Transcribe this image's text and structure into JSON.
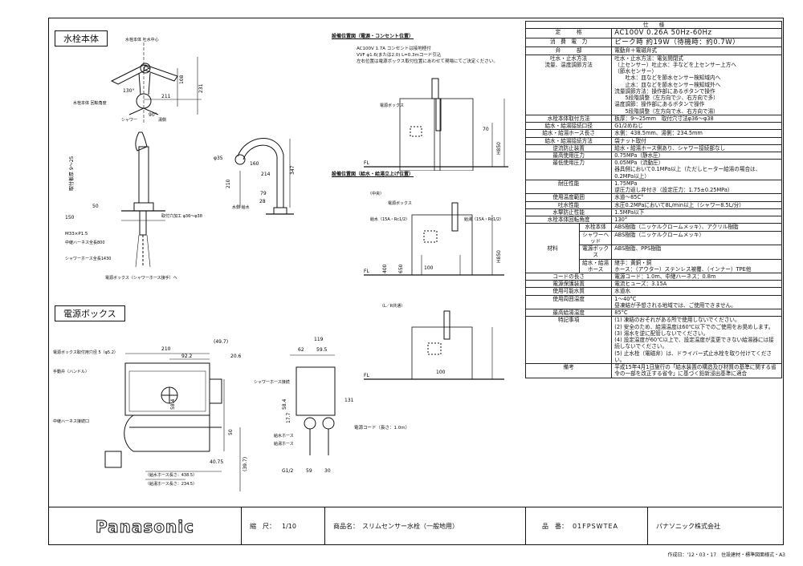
{
  "sections": {
    "faucet": "水栓本体",
    "power_box": "電源ボックス",
    "install_power": "設備位置図（電源・コンセント位置）",
    "install_water": "設備位置図（給水・給湯立上げ位置）"
  },
  "faucet_labels": {
    "top_a": "水栓本体 吐水中心",
    "top_b": "吐水中心",
    "d108": "108",
    "d211": "211",
    "d231": "231",
    "angle130": "130°",
    "angle90": "90°",
    "sensor": "水栓本体 回転角度",
    "shower": "シャワー",
    "hot": "湯側",
    "bore": "取付穴加工 φ36〜φ38",
    "m33": "M33×P1.5",
    "hose800": "中継ハーネス全長800",
    "hose1430": "シャワーホース全長1430",
    "to_box": "電源ボックス（シャワーホース接手）へ",
    "d50": "50",
    "d150": "150",
    "thk": "取付板厚 9〜25",
    "phi35": "φ35",
    "d160": "160",
    "d214": "214",
    "d210": "210",
    "d347": "347",
    "d79": "79",
    "d28": "28",
    "water": "水側 給水"
  },
  "power_top": {
    "note1": "AC100V 1.7A コンセントは接地極付",
    "note2": "VVF φ1.6(または2.0) L=0.3mコード引込",
    "note3": "左右位置は電源ボックス取付位置にあわせて現場にてご決定ください。",
    "box": "電源ボックス",
    "d70": "70",
    "d850": "H850",
    "fl": "FL"
  },
  "water_pos": {
    "center": "（中央）",
    "box": "電源ボックス",
    "supply_l": "給水（15A・Rc1/2）",
    "supply_r": "給湯（15A・Rc1/2）",
    "d100": "100",
    "d400": "400",
    "d650": "650",
    "d850": "H850",
    "fl": "FL",
    "lr": "（L／R共通）",
    "d100b": "100"
  },
  "box_labels": {
    "hole": "電源ボックス取付用穴径 5（φ5.2）",
    "handle": "手動弁（ハンドル）",
    "harness": "中継ハーネス接続口",
    "d210": "210",
    "d923": "92.2",
    "d490": "(49.7)",
    "d206": "20.6",
    "d584": "58.4",
    "d50": "50",
    "d4075": "40.75",
    "d397": "(39.7)",
    "hose_a": "（給水ホース長さ：438.5）",
    "hose_b": "（給湯ホース長さ：234.5）",
    "shower_hose": "シャワーホース接続",
    "d119": "119",
    "d62": "62",
    "d595": "59.5",
    "d131": "131",
    "d584b": "58.4",
    "cord": "電源コード（長さ：1.0m）",
    "water_hose": "給水ホース",
    "hot_hose": "給湯ホース",
    "g12": "G1/2",
    "d59": "59",
    "d30": "30",
    "d177": "17.7"
  },
  "spec": {
    "header": "仕　　様",
    "rows": [
      {
        "k": "定　　　格",
        "v": "AC100V 0.26A 50Hz-60Hz"
      },
      {
        "k": "消　費　電　力",
        "v": "ピーク時 約19W（待機時：約0.7W）"
      },
      {
        "k": "弁　　　部",
        "v": "電動弁＋電磁弁式"
      },
      {
        "k": "吐水・止水方法\n流量、温度調節方法",
        "v": "吐水・止水方法：電気開閉式\n（上センサー）吐止水：手などを上センサー上方へ\n（節水センサー）\n　　吐水：皿などを節水センサー検知域内へ\n　　止水：皿などを節水センサー検知域外へ\n流量調節方法：操作部にあるボタンで操作\n　　5段階調整（左方向で少、右方向で多）\n温度調節：操作部にあるボタンで操作\n　　5段階調整（左方向で水、右方向で湯）"
      },
      {
        "k": "水栓本体取付方法",
        "v": "板厚：9〜25mm　取付穴寸法φ36〜φ38"
      },
      {
        "k": "給水・給湯接続口径",
        "v": "G1/2めねじ"
      },
      {
        "k": "給水・給湯ホース長さ",
        "v": "水側：438.5mm、湯側：234.5mm"
      },
      {
        "k": "給水・給湯接続方法",
        "v": "袋ナット取付"
      },
      {
        "k": "逆流防止装置",
        "v": "給水・給湯ホース側あり、シャワー接続部なし"
      },
      {
        "k": "最高使用圧力",
        "v": "0.75MPa（静水圧）"
      },
      {
        "k": "最低使用圧力",
        "v": "0.05MPa（流動圧）\n器具側において0.1MPa以上（ただしヒーター給湯の場合は、0.2MPa以上）"
      },
      {
        "k": "耐圧性能",
        "v": "1.75MPa\n逆圧力返し弁付き（設定圧力：1.75±0.25MPa）"
      },
      {
        "k": "使用温度範囲",
        "v": "水道〜85C°"
      },
      {
        "k": "吐水性能",
        "v": "水圧0.2MPaにおいて8L/min以上（シャワー8.5L/分）"
      },
      {
        "k": "水撃防止性能",
        "v": "1.5MPa以下"
      },
      {
        "k": "水栓本体回転角度",
        "v": "130°"
      },
      {
        "k": "コードの長さ",
        "v": "電源コード：1.0m、中継ハーネス：0.8m"
      },
      {
        "k": "電源保護装置",
        "v": "電流ヒューズ：3.15A"
      },
      {
        "k": "使用可能水質",
        "v": "水道水"
      },
      {
        "k": "使用周囲温度",
        "v": "1〜40°C\n昼凍結が予想される地域では、ご使用できません。"
      },
      {
        "k": "最高給湯温度",
        "v": "85°C"
      },
      {
        "k": "特記事項",
        "v": "(1) 凍結のおそれがある所で使用しないでください。\n(2) 安全のため、給湯温度は60℃以下でのご使用をお奨めします。\n(3) 湯水を逆に配管しないでください。\n(4) 設定温度が60℃以上で、設定温度が変更できない給湯器には接続しないでください。\n(5) 止水栓（電磁弁）は、ドライバー式止水栓を取り付けてください。"
      },
      {
        "k": "備考",
        "v": "平成15年4月1日施行の「給水装置の構造及び材質の基準に関する省令の一部を改正する省令」に基づく鉛新浸出基準に適合"
      }
    ],
    "material_key": "材料",
    "materials": [
      {
        "k": "水栓本体",
        "v": "ABS樹脂（ニッケルクロームメッキ）、アクリル樹脂"
      },
      {
        "k": "シャワーヘッド",
        "v": "ABS樹脂（ニッケルクロームメッキ）"
      },
      {
        "k": "電源ボックス",
        "v": "ABS樹脂、PPS樹脂"
      },
      {
        "k": "給水・給湯ホース",
        "v": "継手：黄銅・銅\nホース：（アウター）ステンレス被覆、（インナー）TPE他"
      }
    ]
  },
  "footer": {
    "brand": "Panasonic",
    "scale_label": "縮　尺：",
    "scale": "1/10",
    "product_label": "商品名：",
    "product": "スリムセンサー水栓（一般地用）",
    "code_label": "品　番：",
    "code": "01FPSWTEA",
    "company": "パナソニック株式会社"
  },
  "bottom_note": "作成日：'12・03・17　住設建材・標準図面様式・A3"
}
